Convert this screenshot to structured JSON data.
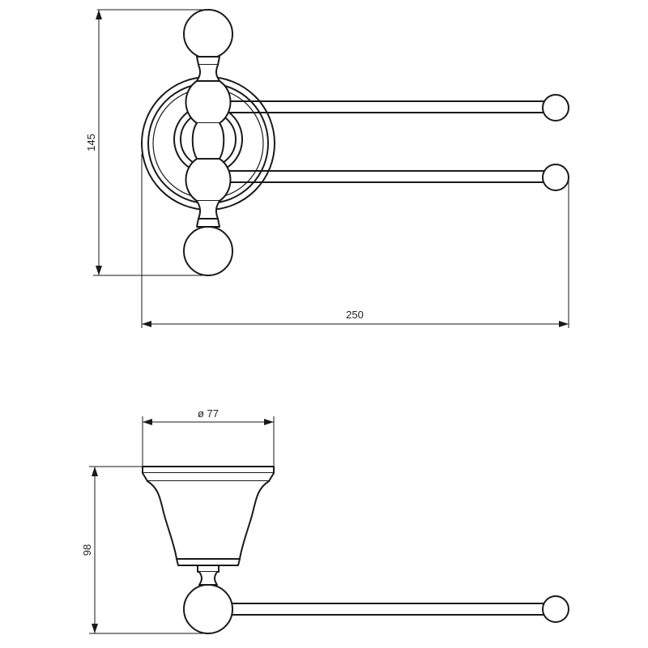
{
  "front_view": {
    "height_dimension": "145",
    "width_dimension": "250"
  },
  "side_view": {
    "diameter_dimension": "ø 77",
    "height_dimension": "98"
  }
}
